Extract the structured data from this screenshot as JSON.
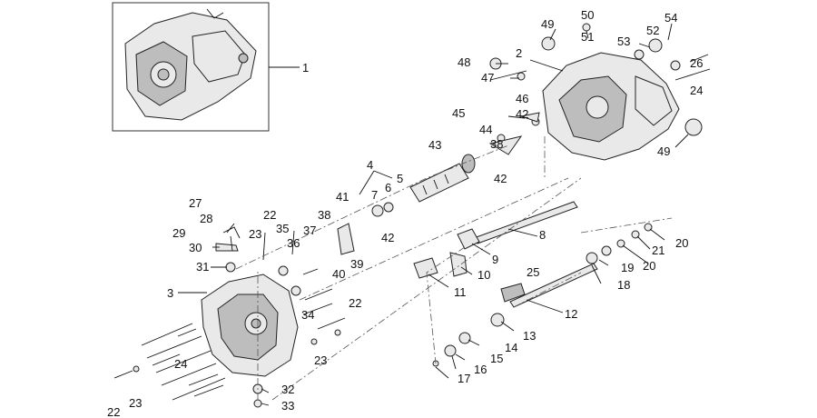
{
  "diagram": {
    "labels": [
      {
        "id": "l1",
        "text": "1"
      },
      {
        "id": "l2",
        "text": "2"
      },
      {
        "id": "l3",
        "text": "3"
      },
      {
        "id": "l4",
        "text": "4"
      },
      {
        "id": "l5",
        "text": "5"
      },
      {
        "id": "l6",
        "text": "6"
      },
      {
        "id": "l7",
        "text": "7"
      },
      {
        "id": "l8",
        "text": "8"
      },
      {
        "id": "l9",
        "text": "9"
      },
      {
        "id": "l10",
        "text": "10"
      },
      {
        "id": "l11",
        "text": "11"
      },
      {
        "id": "l12",
        "text": "12"
      },
      {
        "id": "l13",
        "text": "13"
      },
      {
        "id": "l14",
        "text": "14"
      },
      {
        "id": "l15",
        "text": "15"
      },
      {
        "id": "l16",
        "text": "16"
      },
      {
        "id": "l17",
        "text": "17"
      },
      {
        "id": "l18",
        "text": "18"
      },
      {
        "id": "l19",
        "text": "19"
      },
      {
        "id": "l20a",
        "text": "20"
      },
      {
        "id": "l20b",
        "text": "20"
      },
      {
        "id": "l21",
        "text": "21"
      },
      {
        "id": "l22a",
        "text": "22"
      },
      {
        "id": "l22b",
        "text": "22"
      },
      {
        "id": "l22c",
        "text": "22"
      },
      {
        "id": "l23a",
        "text": "23"
      },
      {
        "id": "l23b",
        "text": "23"
      },
      {
        "id": "l23c",
        "text": "23"
      },
      {
        "id": "l24a",
        "text": "24"
      },
      {
        "id": "l24b",
        "text": "24"
      },
      {
        "id": "l25",
        "text": "25"
      },
      {
        "id": "l26",
        "text": "26"
      },
      {
        "id": "l27",
        "text": "27"
      },
      {
        "id": "l28",
        "text": "28"
      },
      {
        "id": "l29",
        "text": "29"
      },
      {
        "id": "l30",
        "text": "30"
      },
      {
        "id": "l31",
        "text": "31"
      },
      {
        "id": "l32",
        "text": "32"
      },
      {
        "id": "l33",
        "text": "33"
      },
      {
        "id": "l34",
        "text": "34"
      },
      {
        "id": "l35",
        "text": "35"
      },
      {
        "id": "l36",
        "text": "36"
      },
      {
        "id": "l37",
        "text": "37"
      },
      {
        "id": "l38a",
        "text": "38"
      },
      {
        "id": "l38b",
        "text": "38"
      },
      {
        "id": "l39",
        "text": "39"
      },
      {
        "id": "l40",
        "text": "40"
      },
      {
        "id": "l41",
        "text": "41"
      },
      {
        "id": "l42a",
        "text": "42"
      },
      {
        "id": "l42b",
        "text": "42"
      },
      {
        "id": "l42c",
        "text": "42"
      },
      {
        "id": "l43",
        "text": "43"
      },
      {
        "id": "l44",
        "text": "44"
      },
      {
        "id": "l45",
        "text": "45"
      },
      {
        "id": "l46",
        "text": "46"
      },
      {
        "id": "l47",
        "text": "47"
      },
      {
        "id": "l48",
        "text": "48"
      },
      {
        "id": "l49a",
        "text": "49"
      },
      {
        "id": "l49b",
        "text": "49"
      },
      {
        "id": "l50",
        "text": "50"
      },
      {
        "id": "l51",
        "text": "51"
      },
      {
        "id": "l52",
        "text": "52"
      },
      {
        "id": "l53",
        "text": "53"
      },
      {
        "id": "l54",
        "text": "54"
      }
    ]
  }
}
